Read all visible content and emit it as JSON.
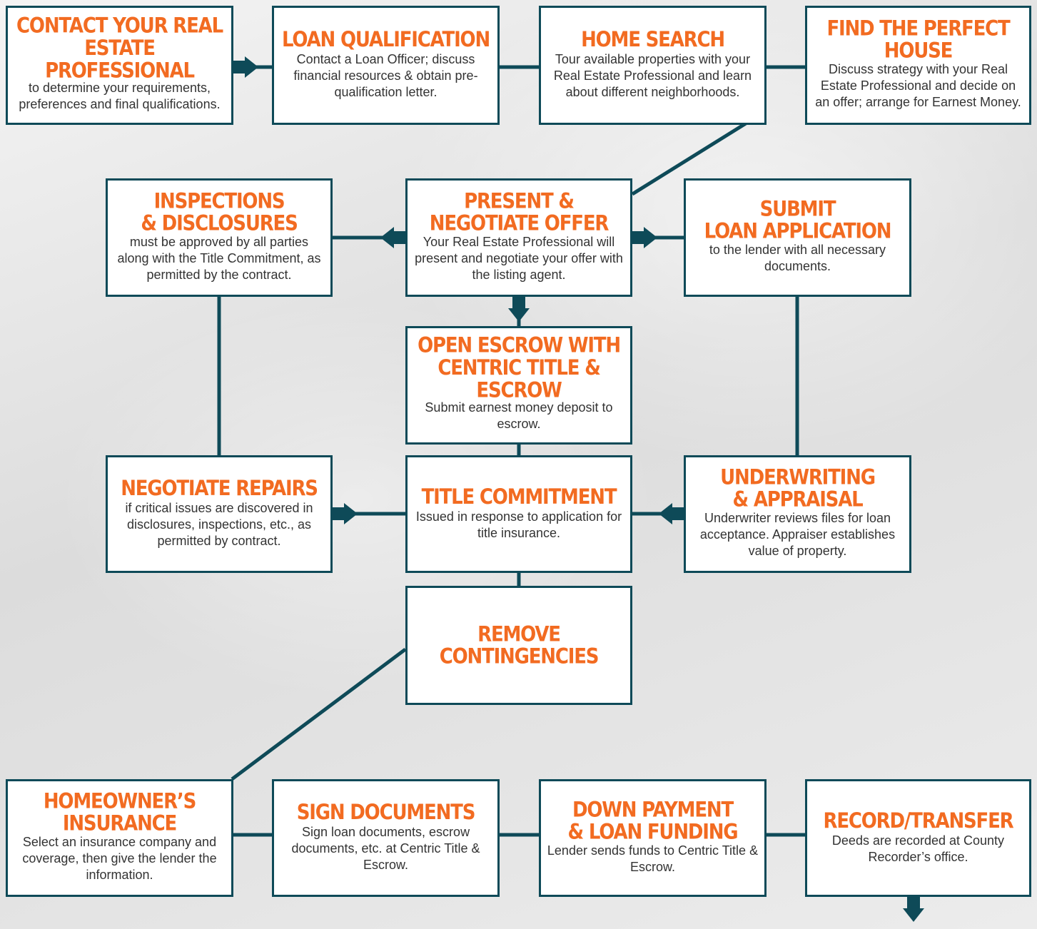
{
  "colors": {
    "accent": "#f26b21",
    "line": "#0e4a58",
    "box_bg": "#ffffff",
    "text": "#333333"
  },
  "steps": {
    "contact": {
      "title": "CONTACT YOUR REAL\nESTATE PROFESSIONAL",
      "desc": "to determine your requirements, preferences and final qualifications."
    },
    "loan_qualification": {
      "title": "LOAN QUALIFICATION",
      "desc": "Contact a Loan Officer; discuss financial resources & obtain pre-qualification letter."
    },
    "home_search": {
      "title": "HOME SEARCH",
      "desc": "Tour available properties with your Real Estate Professional and learn about different neighborhoods."
    },
    "find_house": {
      "title": "FIND THE PERFECT HOUSE",
      "desc": "Discuss strategy with your Real Estate Professional and decide on an offer; arrange for Earnest Money."
    },
    "inspections": {
      "title": "INSPECTIONS\n& DISCLOSURES",
      "desc": "must be approved by all parties along with the Title Commitment, as permitted by the contract."
    },
    "present_offer": {
      "title": "PRESENT &\nNEGOTIATE OFFER",
      "desc": "Your Real Estate Professional will present and negotiate your offer with the listing agent."
    },
    "submit_loan": {
      "title": "SUBMIT\nLOAN APPLICATION",
      "desc": "to the lender with all necessary documents."
    },
    "open_escrow": {
      "title": "OPEN ESCROW WITH\nCENTRIC TITLE & ESCROW",
      "desc": "Submit earnest money deposit to escrow."
    },
    "negotiate_repairs": {
      "title": "NEGOTIATE REPAIRS",
      "desc": "if critical issues are discovered in disclosures, inspections, etc., as permitted by contract."
    },
    "title_commitment": {
      "title": "TITLE COMMITMENT",
      "desc": "Issued in response to application for title insurance."
    },
    "underwriting": {
      "title": "UNDERWRITING\n& APPRAISAL",
      "desc": "Underwriter reviews files for loan acceptance. Appraiser establishes value of property."
    },
    "remove_contingencies": {
      "title": "REMOVE\nCONTINGENCIES",
      "desc": ""
    },
    "homeowners_insurance": {
      "title": "HOMEOWNER’S INSURANCE",
      "desc": "Select an insurance company and coverage, then give the lender the information."
    },
    "sign_documents": {
      "title": "SIGN DOCUMENTS",
      "desc": "Sign loan documents, escrow documents, etc. at Centric Title & Escrow."
    },
    "down_payment": {
      "title": "DOWN PAYMENT\n& LOAN FUNDING",
      "desc": "Lender sends funds to Centric Title & Escrow."
    },
    "record_transfer": {
      "title": "RECORD/TRANSFER",
      "desc": "Deeds are recorded at County Recorder’s office."
    }
  },
  "icons": {
    "arrow": "arrow-icon"
  }
}
